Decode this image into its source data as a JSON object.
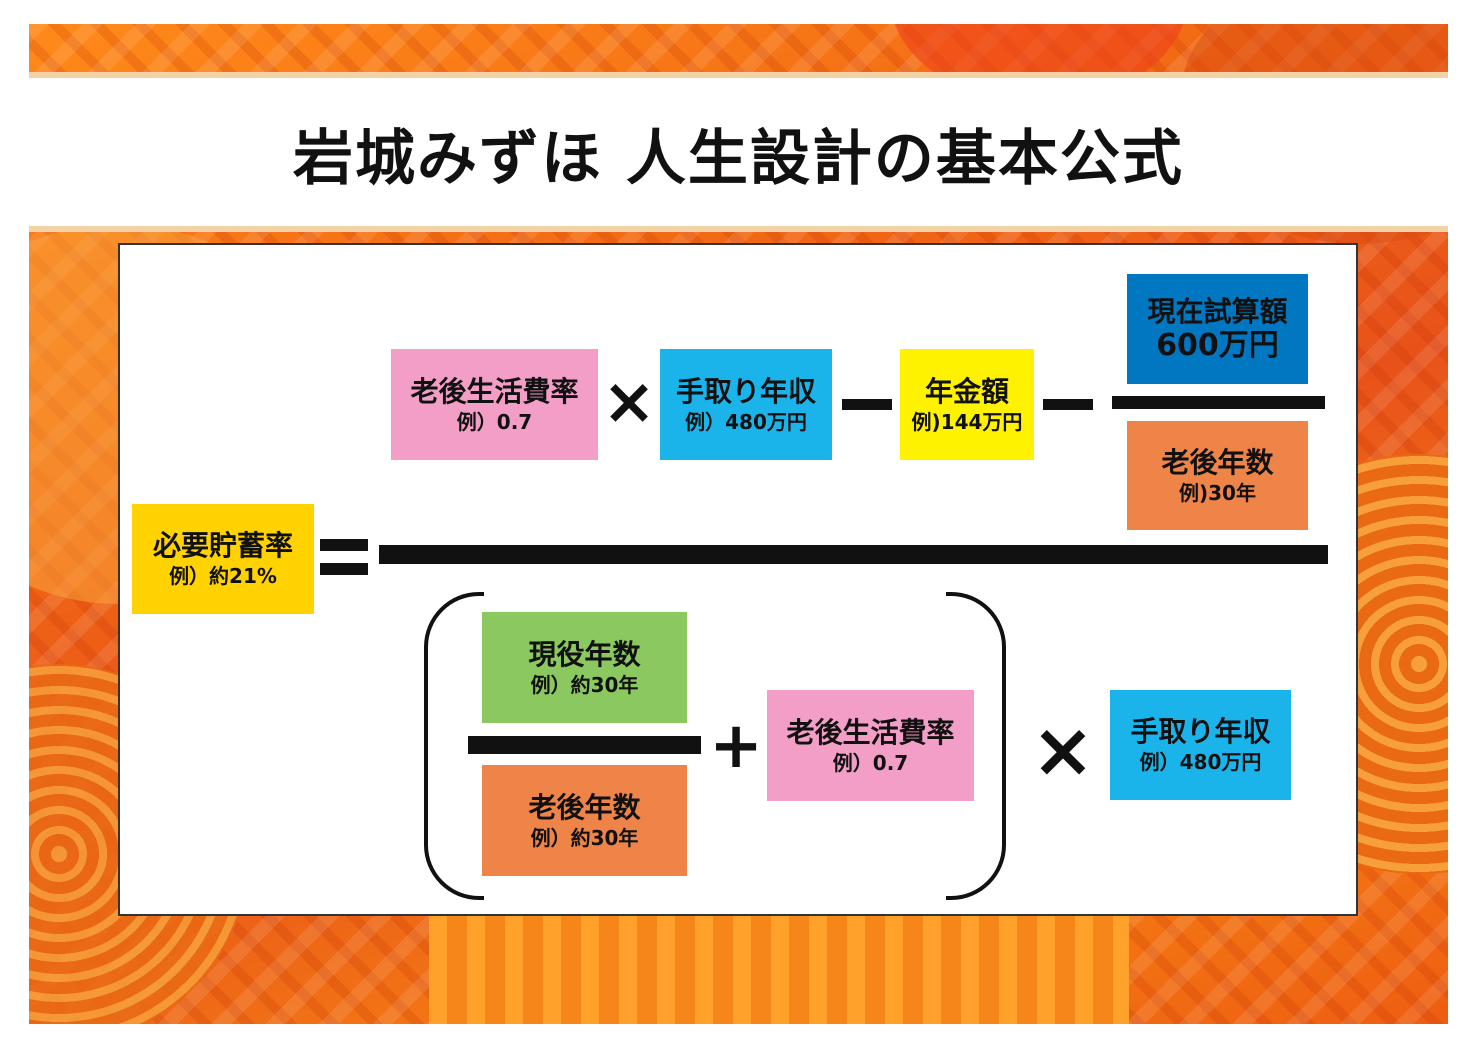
{
  "title": "岩城みずほ 人生設計の基本公式",
  "colors": {
    "pink": "#f29ec6",
    "cyan": "#1ab4ea",
    "yellow": "#fff200",
    "blue": "#0077c0",
    "orange": "#ee8448",
    "green": "#8cc860",
    "gold": "#ffd200"
  },
  "lhs": {
    "label": "必要貯蓄率",
    "example": "例）約21%"
  },
  "operators": {
    "equals": "=",
    "times": "×",
    "minus": "ー",
    "plus": "+"
  },
  "numerator": {
    "living_cost_ratio": {
      "label": "老後生活費率",
      "example": "例）0.7"
    },
    "take_home_income": {
      "label": "手取り年収",
      "example": "例）480万円"
    },
    "pension": {
      "label": "年金額",
      "example": "例)144万円"
    },
    "current_assets": {
      "label": "現在試算額",
      "value": "600万円"
    },
    "retirement_years": {
      "label": "老後年数",
      "example": "例)30年"
    }
  },
  "denominator": {
    "working_years": {
      "label": "現役年数",
      "example": "例）約30年"
    },
    "retirement_years": {
      "label": "老後年数",
      "example": "例）約30年"
    },
    "living_cost_ratio": {
      "label": "老後生活費率",
      "example": "例）0.7"
    },
    "take_home_income": {
      "label": "手取り年収",
      "example": "例）480万円"
    }
  }
}
